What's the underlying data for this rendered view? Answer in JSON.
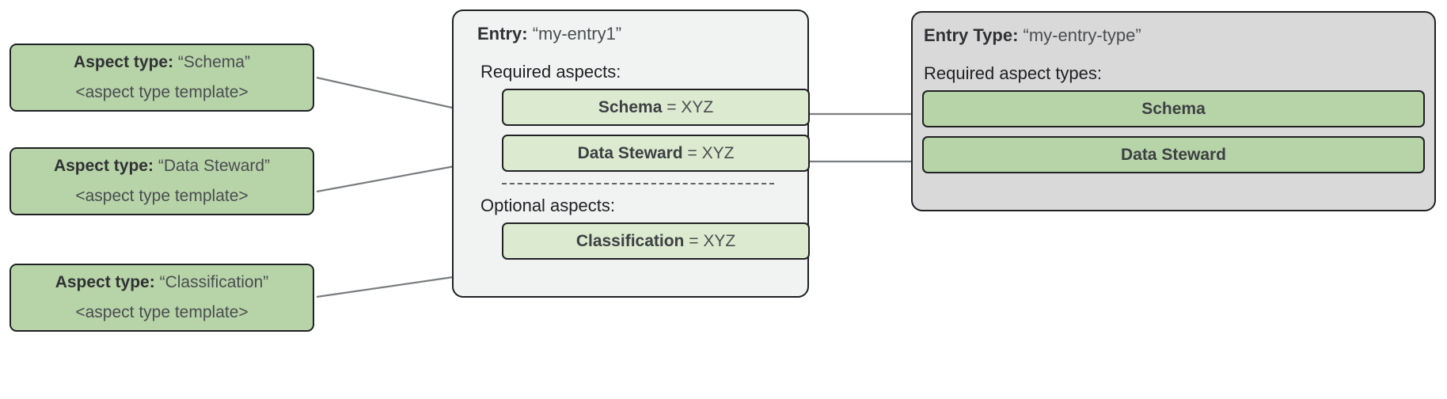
{
  "diagram": {
    "aspect_types": [
      {
        "label_prefix": "Aspect type:",
        "name": "“Schema”",
        "template": "<aspect type template>"
      },
      {
        "label_prefix": "Aspect type:",
        "name": "“Data Steward”",
        "template": "<aspect type template>"
      },
      {
        "label_prefix": "Aspect type:",
        "name": "“Classification”",
        "template": "<aspect type template>"
      }
    ],
    "entry": {
      "title_prefix": "Entry:",
      "title_name": "“my-entry1”",
      "required_label": "Required aspects:",
      "required_aspects": [
        {
          "name": "Schema",
          "value": "= XYZ"
        },
        {
          "name": "Data Steward",
          "value": "= XYZ"
        }
      ],
      "optional_label": "Optional aspects:",
      "optional_aspects": [
        {
          "name": "Classification",
          "value": "= XYZ"
        }
      ]
    },
    "entry_type": {
      "title_prefix": "Entry Type:",
      "title_name": "“my-entry-type”",
      "required_label": "Required aspect types:",
      "required_aspect_types": [
        {
          "name": "Schema"
        },
        {
          "name": "Data Steward"
        }
      ]
    },
    "colors": {
      "aspect_type_fill": "#b7d3a8",
      "aspect_row_fill": "#dcead0",
      "entry_panel_fill": "#f1f3f2",
      "entry_type_panel_fill": "#d9d9d9",
      "border": "#202124",
      "connector": "#7a7d80",
      "background": "#ffffff"
    }
  }
}
